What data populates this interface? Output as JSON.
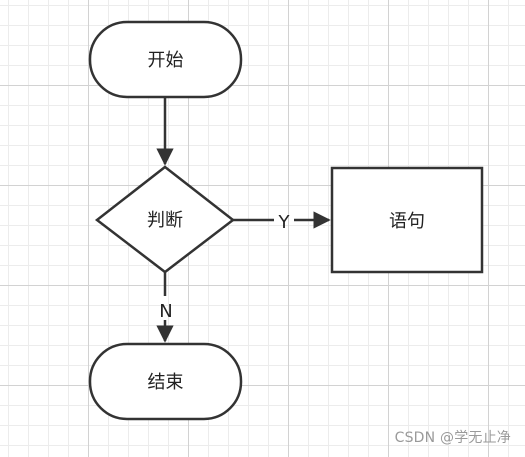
{
  "nodes": {
    "start": {
      "label": "开始"
    },
    "decision": {
      "label": "判断"
    },
    "statement": {
      "label": "语句"
    },
    "end": {
      "label": "结束"
    }
  },
  "edges": {
    "yes": {
      "label": "Y"
    },
    "no": {
      "label": "N"
    }
  },
  "watermark": "CSDN @学无止净",
  "colors": {
    "stroke": "#333333",
    "grid_minor": "#ececec",
    "grid_major": "#d2d2d2",
    "watermark": "#9a9a9a"
  }
}
